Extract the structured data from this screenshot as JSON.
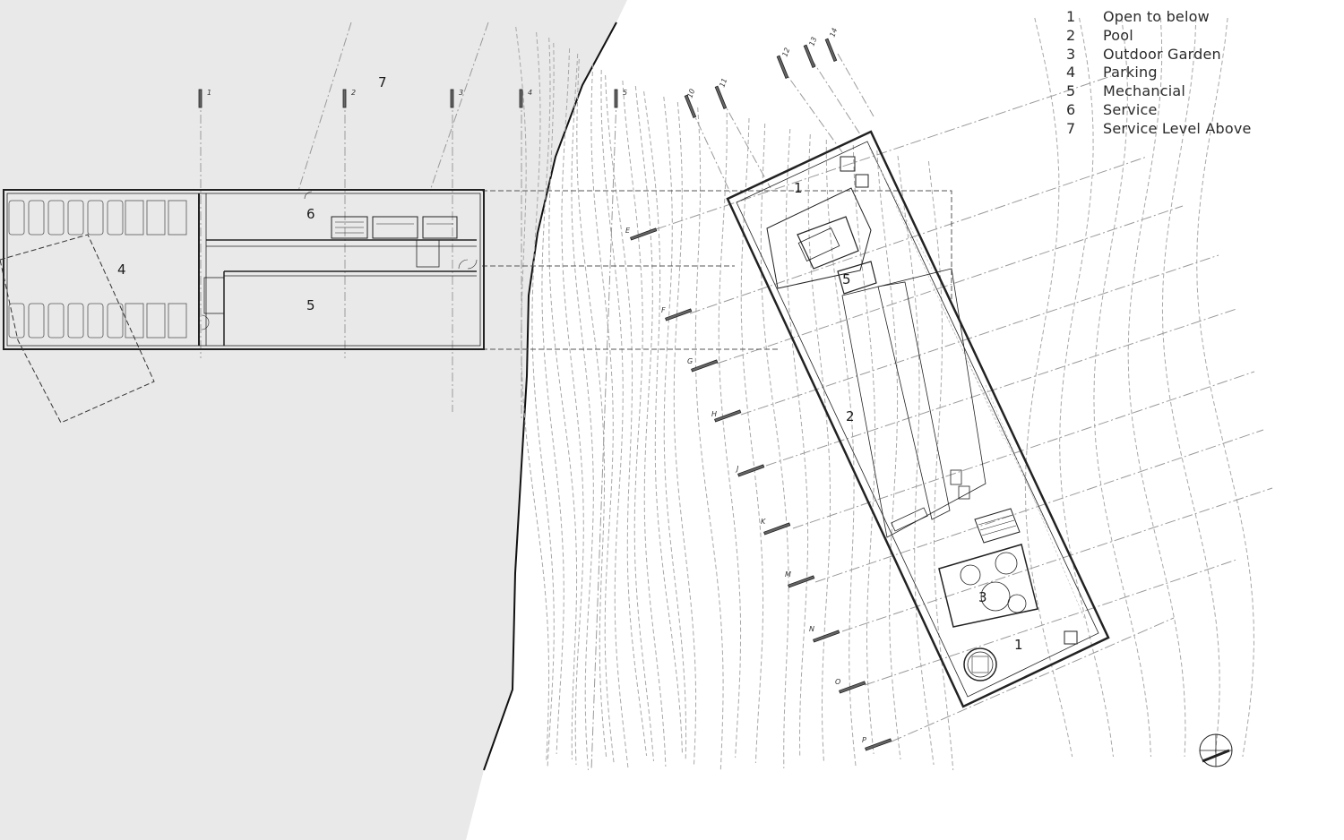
{
  "legend": {
    "items": [
      {
        "num": "1",
        "label": "Open to below"
      },
      {
        "num": "2",
        "label": "Pool"
      },
      {
        "num": "3",
        "label": "Outdoor Garden"
      },
      {
        "num": "4",
        "label": "Parking"
      },
      {
        "num": "5",
        "label": "Mechancial"
      },
      {
        "num": "6",
        "label": "Service"
      },
      {
        "num": "7",
        "label": "Service Level Above"
      }
    ]
  },
  "plan": {
    "column_grid_labels": [
      "1",
      "2",
      "3",
      "4",
      "5",
      "10",
      "11",
      "12",
      "13",
      "14"
    ],
    "row_grid_labels": [
      "E",
      "F",
      "G",
      "H",
      "J",
      "K",
      "M",
      "N",
      "O",
      "P"
    ],
    "room_numbers": {
      "service_above": "7",
      "service": "6",
      "parking": "4",
      "mechanical_left": "5",
      "open_below_top": "1",
      "mechanical_right": "5",
      "pool": "2",
      "outdoor_garden": "3",
      "open_below_bottom": "1"
    }
  },
  "colors": {
    "ground_fill": "#e9e9e9",
    "wall": "#222222",
    "grid_line": "#9a9a9a",
    "contour": "#a8a8a8"
  }
}
